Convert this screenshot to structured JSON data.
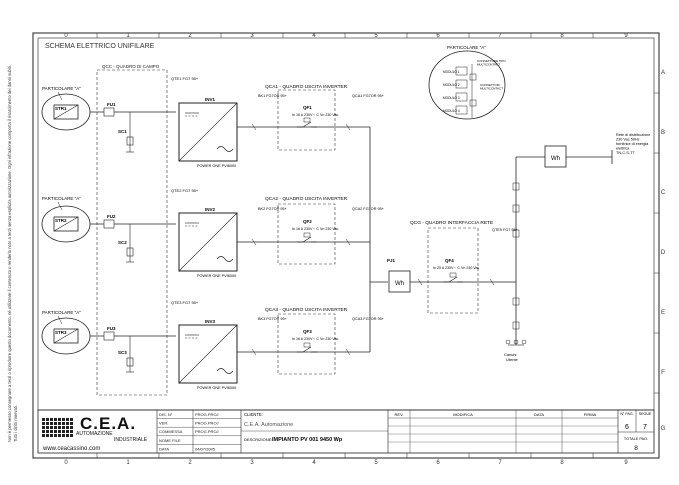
{
  "title": "SCHEMA ELETTRICO UNIFILARE",
  "column_numbers": [
    "0",
    "1",
    "2",
    "3",
    "4",
    "5",
    "6",
    "7",
    "8",
    "9"
  ],
  "row_letters": [
    "A",
    "B",
    "C",
    "D",
    "E",
    "F",
    "G"
  ],
  "legal_notice": "Non è permesso consegnare a terzi o riprodurre questo documento, né utilizzare il contenuto o renderlo noto a terzi senza esplicita autorizzazione. Ogni infrazione comporta il risarcimento dei danni subiti. Tutti i diritti riservati.",
  "field_panel_label": "QCC - QUADRO DI CAMPO",
  "strings": [
    {
      "particolare": "PARTICOLARE \"A\"",
      "str": "STR1",
      "fuse": "FU1",
      "spd": "SC1",
      "inv": "INV1",
      "cable": "QTE1 FG7 95+",
      "power": "POWER ONE PVI6000",
      "panel": "QCA1 - QUADRO USCITA INVERTER",
      "bk_left": "BK1 FG7OR 95+",
      "qf": "QF1",
      "qf_spec": "In 16 A 230V∼ C Vn 230 Vac",
      "bk_right": "QCA1 FG7OR 95+"
    },
    {
      "particolare": "PARTICOLARE \"A\"",
      "str": "STR2",
      "fuse": "FU2",
      "spd": "SC2",
      "inv": "INV2",
      "cable": "QTE2 FG7 95+",
      "power": "POWER ONE PVI6000",
      "panel": "QCA2 - QUADRO USCITA INVERTER",
      "bk_left": "BK2 FG7OR 95+",
      "qf": "QF2",
      "qf_spec": "In 16 A 230V∼ C Vn 230 Vac",
      "bk_right": "QCA2 FG7OR 95+"
    },
    {
      "particolare": "PARTICOLARE \"A\"",
      "str": "STR3",
      "fuse": "FU3",
      "spd": "SC3",
      "inv": "INV3",
      "cable": "QTE3 FG7 95+",
      "power": "POWER ONE PVI6000",
      "panel": "QCA3 - QUADRO USCITA INVERTER",
      "bk_left": "BK3 FG7OR 95+",
      "qf": "QF3",
      "qf_spec": "In 16 A 230V∼ C Vn 230 Vac",
      "bk_right": "QCA3 FG7OR 95+"
    }
  ],
  "detail": {
    "title": "PARTICOLARE \"A\"",
    "moduli": [
      "MODULO 1",
      "MODULO 2",
      "MODULO 3",
      "MODULO 4"
    ],
    "note_top": "CONNETTORE TIPO MULTICONTACT",
    "note_bottom": "CONNETTORI MULTICONTACT"
  },
  "meter_pv": {
    "id": "PJ1",
    "symbol": "Wh"
  },
  "meter_grid": {
    "symbol": "Wh"
  },
  "qcg_label": "QCG - QUADRO INTERFACCIA RETE",
  "qf4": {
    "id": "QF4",
    "spec": "In 25 A 230V∼ C Vn 230 Vac"
  },
  "qf4_cable": "QTE5 FG7 95+",
  "grid_note": "Rete di distribuzione 230 Vac 50Hz fornitrice di energia elettrica TN-C-S-TT",
  "users_label": "Carichi Utente",
  "logo": {
    "name": "C.E.A.",
    "line1": "AUTOMAZIONE",
    "line2": "INDUSTRIALE",
    "url": "www.ceacassino.com"
  },
  "titleblock": {
    "rows": [
      {
        "label": "DIS. N°",
        "value": "PROG.PROJ"
      },
      {
        "label": "VER.",
        "value": "PROG.PROJ"
      },
      {
        "label": "COMMESSA",
        "value": "PROG.PROJ"
      },
      {
        "label": "NOME FILE",
        "value": ""
      },
      {
        "label": "DATA",
        "value": "04/07/2005"
      }
    ],
    "client_label": "CLIENTE:",
    "client_value": "C.E.A. Automazione",
    "description_label": "DESCRIZIONE:",
    "description_value": "IMPIANTO PV 001 9450 Wp",
    "rev_header": "REV.",
    "modifica_header": "MODIFICA",
    "data_header": "DATA",
    "firma_header": "FIRMA",
    "foglio_label": "N° PAG.",
    "foglio": "6",
    "seguito_label": "SEGUE",
    "seguito": "7",
    "totale_label": "TOTALE PAG.",
    "totale": "8"
  }
}
